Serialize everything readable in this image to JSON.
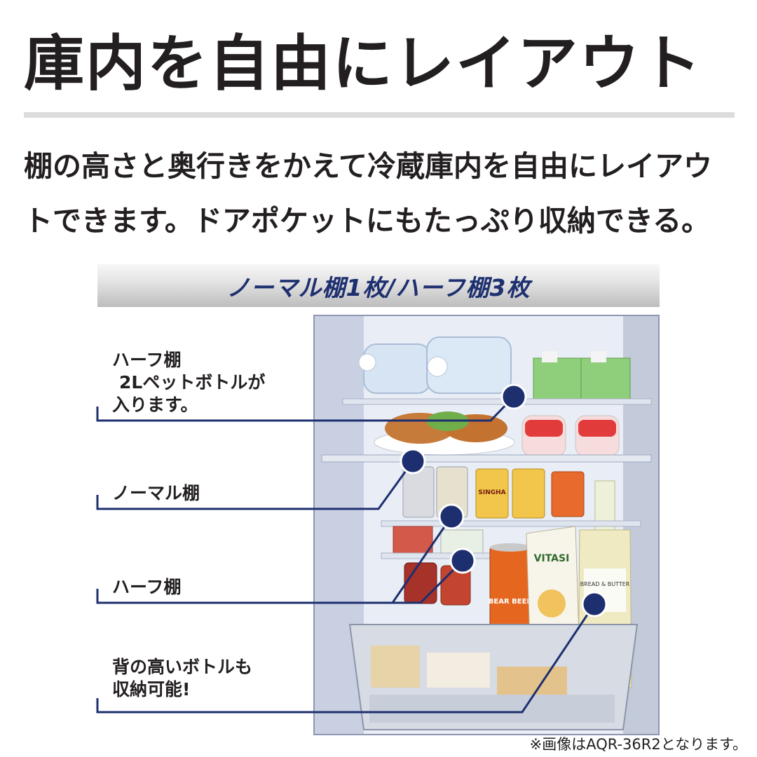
{
  "title": "庫内を自由にレイアウト",
  "description": {
    "line1": "棚の高さと奥行きをかえて冷蔵庫内を自由にレイアウ",
    "line2": "トできます。ドアポケットにもたっぷり収納できる。"
  },
  "banner": "ノーマル棚1枚/ハーフ棚3枚",
  "callouts": [
    {
      "lines": [
        "ハーフ棚",
        "2Lペットボトルが",
        "入ります。"
      ]
    },
    {
      "lines": [
        "ノーマル棚"
      ]
    },
    {
      "lines": [
        "ハーフ棚"
      ]
    },
    {
      "lines": [
        "背の高いボトルも",
        "収納可能!"
      ]
    }
  ],
  "photo_labels": {
    "beer_can": "BEAR BEER",
    "milk_carton": "VITASI",
    "wine": "BREAD & BUTTER",
    "singha": "SINGHA"
  },
  "caption": "※画像はAQR-36R2となります。",
  "colors": {
    "accent": "#1d2f6f",
    "text": "#231f20",
    "rule": "#dcdcdc"
  }
}
